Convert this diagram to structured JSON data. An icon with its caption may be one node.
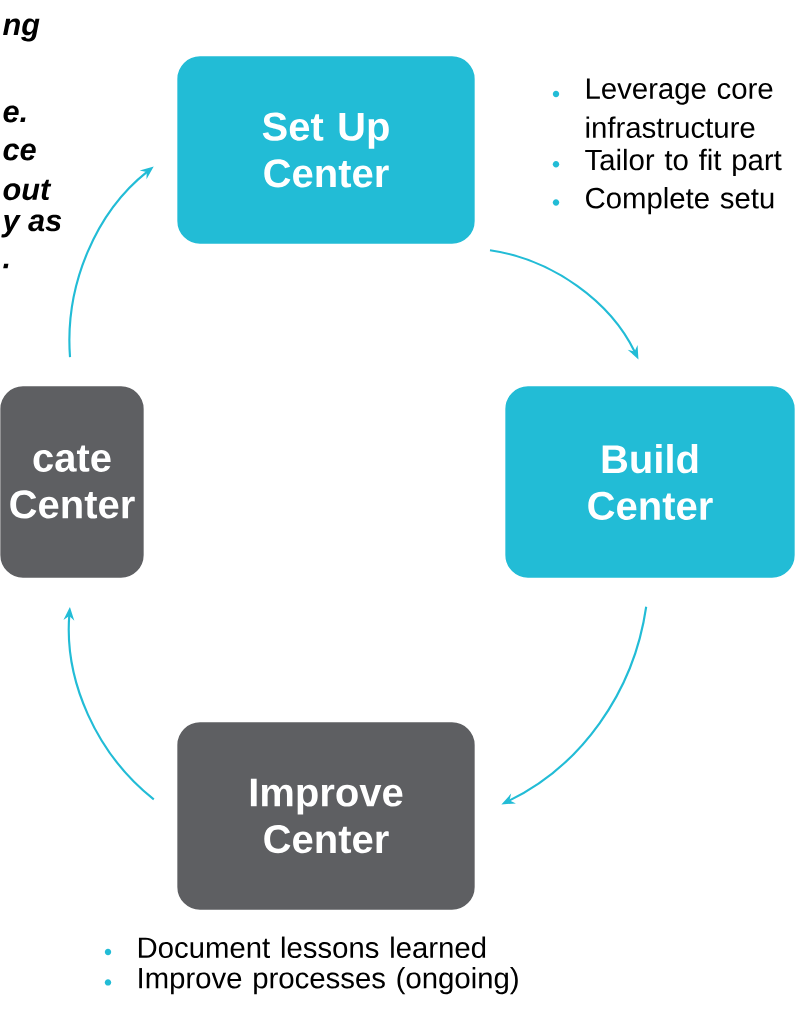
{
  "diagram": {
    "nodes": [
      {
        "text": [
          "Set Up Center"
        ],
        "beside": [
          "Leverage core infrastructure",
          "Tailor to fit part",
          "Complete setu"
        ]
      },
      {
        "text": [
          "Build Center"
        ]
      },
      {
        "text": [
          "Improve Center"
        ],
        "beside": [
          "Document lessons learned",
          "Improve processes (ongoing)"
        ]
      },
      {
        "text": [
          "cate Center"
        ]
      }
    ],
    "edges": [
      {
        "from": 0,
        "to": 1,
        "arrow": "to"
      },
      {
        "from": 1,
        "to": 2,
        "arrow": "to"
      },
      {
        "from": 2,
        "to": 3,
        "arrow": "to"
      },
      {
        "from": 3,
        "to": 0,
        "arrow": "to"
      }
    ],
    "labels": [
      "ng",
      "e.",
      "ce",
      "out",
      "y as",
      "."
    ]
  }
}
